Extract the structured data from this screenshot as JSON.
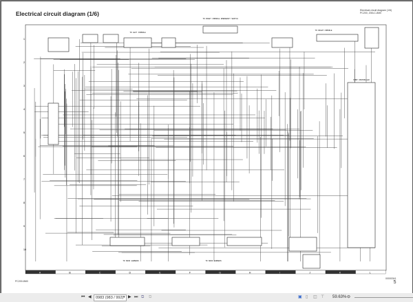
{
  "document": {
    "title": "Electrical circuit diagram (1/6)",
    "header_right": [
      "Electrical circuit diagram (1/6)",
      "PC200, 200LC-8M0"
    ],
    "footer_left": "PC200-8M0",
    "footer_right_code": "00000341",
    "footer_page": "5",
    "column_labels": [
      "A",
      "B",
      "C",
      "D",
      "E",
      "F",
      "G",
      "H",
      "I",
      "J",
      "K",
      "L"
    ],
    "row_labels": [
      "1",
      "2",
      "3",
      "4",
      "5",
      "6",
      "7",
      "8",
      "9",
      "10"
    ],
    "connector_labels": [
      "TO RIGHT CONSOLE EMERGENCY SWITCH",
      "TO MAIN HARNESS",
      "TO LEFT CONSOLE",
      "TO RIGHT CONSOLE",
      "PUMP CONTROLLER",
      "TO MAIN HARNESS"
    ]
  },
  "toolbar": {
    "first_icon": "first-page-icon",
    "prev_icon": "prev-page-icon",
    "page_value": "0983 (983 / 992)",
    "next_icon": "next-page-icon",
    "last_icon": "last-page-icon",
    "zoom_value": "59.63%"
  }
}
